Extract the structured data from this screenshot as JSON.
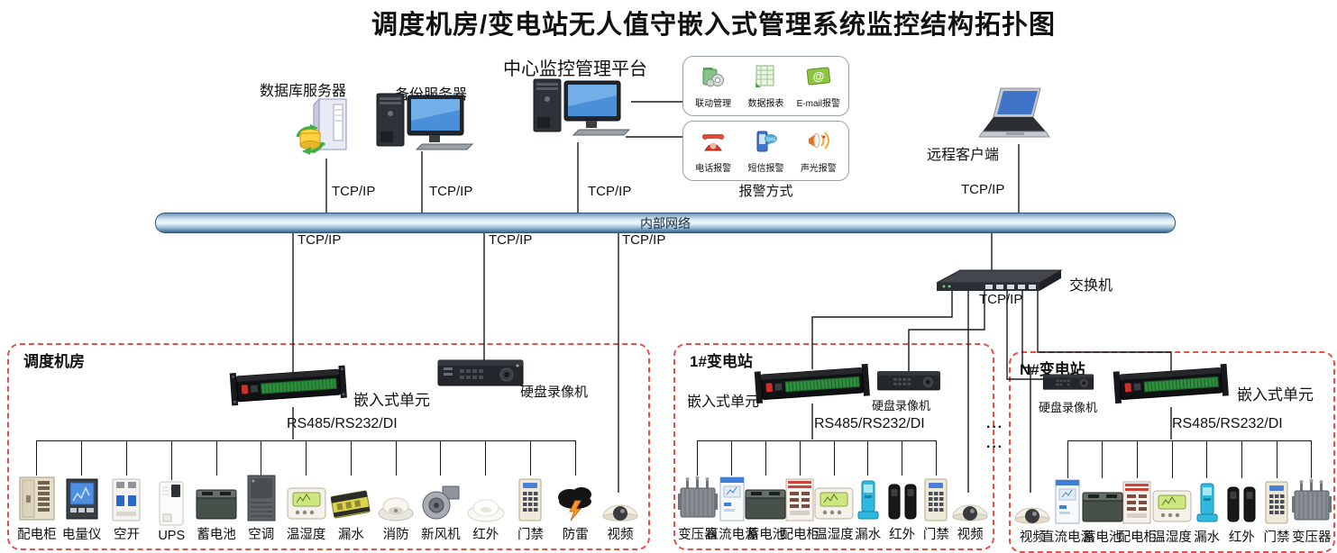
{
  "title": "调度机房/变电站无人值守嵌入式管理系统监控结构拓扑图",
  "network": {
    "internal_label": "内部网络",
    "tcp_ip": "TCP/IP"
  },
  "nodes": {
    "database_server": "数据库服务器",
    "backup_server": "备份服务器",
    "central_platform": "中心监控管理平台",
    "remote_client": "远程客户端",
    "switch": "交换机"
  },
  "alarm_panel": {
    "caption": "报警方式",
    "groups": [
      {
        "items": [
          {
            "icon": "linkage-icon",
            "label": "联动管理"
          },
          {
            "icon": "report-icon",
            "label": "数据报表"
          },
          {
            "icon": "email-icon",
            "label": "E-mail报警"
          }
        ]
      },
      {
        "items": [
          {
            "icon": "phone-icon",
            "label": "电话报警"
          },
          {
            "icon": "sms-icon",
            "label": "短信报警"
          },
          {
            "icon": "sound-light-icon",
            "label": "声光报警"
          }
        ]
      }
    ]
  },
  "ellipsis": "···",
  "zones": [
    {
      "name": "调度机房",
      "embedded_unit_label": "嵌入式单元",
      "dvr_label": "硬盘录像机",
      "serial_bus_label": "RS485/RS232/DI",
      "devices": [
        {
          "icon": "power-cabinet",
          "label": "配电柜",
          "link": "rs485"
        },
        {
          "icon": "power-meter",
          "label": "电量仪",
          "link": "rs485"
        },
        {
          "icon": "breaker",
          "label": "空开",
          "link": "rs485"
        },
        {
          "icon": "ups",
          "label": "UPS",
          "link": "rs485"
        },
        {
          "icon": "battery",
          "label": "蓄电池",
          "link": "rs485"
        },
        {
          "icon": "aircon",
          "label": "空调",
          "link": "rs485"
        },
        {
          "icon": "temp-humidity",
          "label": "温湿度",
          "link": "rs485"
        },
        {
          "icon": "water-leak",
          "label": "漏水",
          "link": "rs485"
        },
        {
          "icon": "fire",
          "label": "消防",
          "link": "rs485"
        },
        {
          "icon": "fan",
          "label": "新风机",
          "link": "rs485"
        },
        {
          "icon": "infrared-dome",
          "label": "红外",
          "link": "rs485"
        },
        {
          "icon": "access",
          "label": "门禁",
          "link": "rs485"
        },
        {
          "icon": "lightning",
          "label": "防雷",
          "link": "rs485"
        },
        {
          "icon": "camera",
          "label": "视频",
          "link": "video"
        }
      ]
    },
    {
      "name": "1#变电站",
      "embedded_unit_label": "嵌入式单元",
      "dvr_label": "硬盘录像机",
      "serial_bus_label": "RS485/RS232/DI",
      "devices": [
        {
          "icon": "transformer",
          "label": "变压器",
          "link": "rs485"
        },
        {
          "icon": "dc-power",
          "label": "直流电源",
          "link": "rs485"
        },
        {
          "icon": "battery",
          "label": "蓄电池",
          "link": "rs485"
        },
        {
          "icon": "power-cabinet2",
          "label": "配电柜",
          "link": "rs485"
        },
        {
          "icon": "temp-humidity",
          "label": "温湿度",
          "link": "rs485"
        },
        {
          "icon": "water-leak-blue",
          "label": "漏水",
          "link": "rs485"
        },
        {
          "icon": "infrared-pair",
          "label": "红外",
          "link": "rs485"
        },
        {
          "icon": "access",
          "label": "门禁",
          "link": "rs485"
        },
        {
          "icon": "camera",
          "label": "视频",
          "link": "video"
        }
      ]
    },
    {
      "name": "N#变电站",
      "embedded_unit_label": "嵌入式单元",
      "dvr_label": "硬盘录像机",
      "serial_bus_label": "RS485/RS232/DI",
      "devices": [
        {
          "icon": "camera",
          "label": "视频",
          "link": "video"
        },
        {
          "icon": "dc-power",
          "label": "直流电源",
          "link": "rs485"
        },
        {
          "icon": "battery",
          "label": "蓄电池",
          "link": "rs485"
        },
        {
          "icon": "power-cabinet2",
          "label": "配电柜",
          "link": "rs485"
        },
        {
          "icon": "temp-humidity",
          "label": "温湿度",
          "link": "rs485"
        },
        {
          "icon": "water-leak-blue",
          "label": "漏水",
          "link": "rs485"
        },
        {
          "icon": "infrared-pair",
          "label": "红外",
          "link": "rs485"
        },
        {
          "icon": "access",
          "label": "门禁",
          "link": "rs485"
        },
        {
          "icon": "transformer",
          "label": "变压器",
          "link": "rs485"
        }
      ]
    }
  ]
}
